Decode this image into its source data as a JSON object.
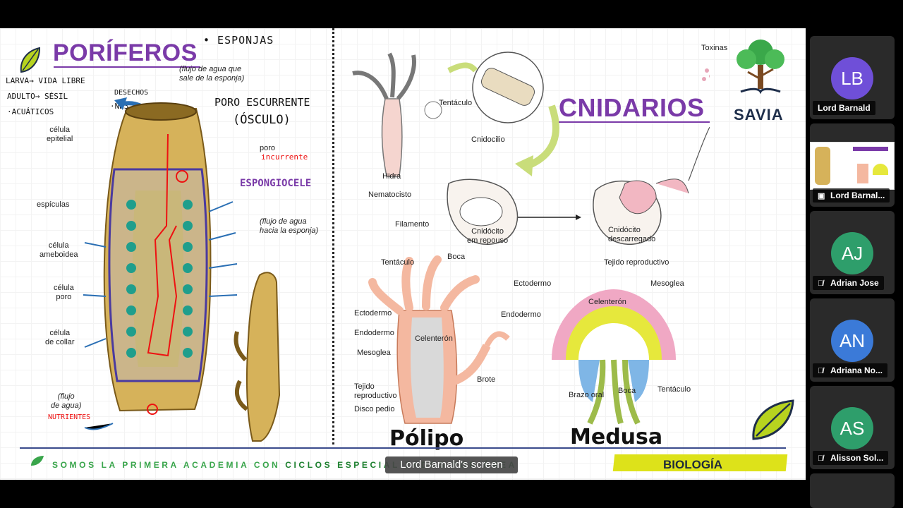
{
  "slide": {
    "poriferos": {
      "title": "PORÍFEROS",
      "esponjas_note": "• ESPONJAS",
      "notes_left": [
        "LARVA→ VIDA LIBRE",
        "ADULTO→ SÉSIL",
        "·ACUÁTICOS"
      ],
      "desechos": "DESECHOS",
      "nh3": "·NH3",
      "flujo_sale": "(flujo de agua que\nsale de la esponja)",
      "poro_escurrente": "PORO ESCURRENTE",
      "osculo": "(ÓSCULO)",
      "celula_epitelial": "célula\nepitelial",
      "poro": "poro",
      "incurrente": "incurrente",
      "espongiocele": "ESPONGIOCELE",
      "especulas": "espículas",
      "flujo_hacia": "(flujo de agua\nhacia la esponja)",
      "celula_ameboidea": "célula\nameboidea",
      "celula_poro": "célula\nporo",
      "celula_collar": "célula\nde collar",
      "flujo_de_agua": "(flujo\nde agua)",
      "nutrientes": "NUTRIENTES"
    },
    "cnidarios": {
      "title": "CNIDARIOS",
      "toxinas": "Toxinas",
      "brand": "SAVIA",
      "tentaculo_hidra": "Tentáculo",
      "hidra": "Hidra",
      "cnidocilio": "Cnidocilio",
      "nematocisto": "Nematocisto",
      "filamento": "Filamento",
      "cnidocito_reposo": "Cnidócito\nem repouso",
      "cnidocito_descarregado": "Cnidócito\ndescarregado",
      "polipo": {
        "name": "Pólipo",
        "tentaculo": "Tentáculo",
        "boca": "Boca",
        "ectodermo": "Ectodermo",
        "endodermo": "Endodermo",
        "celenteron": "Celenterón",
        "mesoglea": "Mesoglea",
        "brote": "Brote",
        "tejido": "Tejido\nreproductivo",
        "disco": "Disco pedio"
      },
      "medusa": {
        "name": "Medusa",
        "tejido": "Tejido reproductivo",
        "ectodermo": "Ectodermo",
        "mesoglea": "Mesoglea",
        "celenteron": "Celenterón",
        "endodermo": "Endodermo",
        "brazo_oral": "Brazo oral",
        "boca": "Boca",
        "tentaculo": "Tentáculo"
      }
    },
    "footer": {
      "text_a": "SOMOS LA PRIMERA ACADEMIA CON ",
      "text_b": "CICLOS ESPECIALIZADOS POR ÁREA",
      "subject": "BIOLOGÍA"
    }
  },
  "share_label": "Lord Barnald's screen",
  "participants": [
    {
      "initials": "LB",
      "name": "Lord Barnald",
      "color": "#6f4fd8",
      "muted": false
    },
    {
      "initials": "",
      "name": "Lord Barnal...",
      "color": "",
      "muted": false,
      "screen": true
    },
    {
      "initials": "AJ",
      "name": "Adrian Jose",
      "color": "#2e9e6b",
      "muted": true
    },
    {
      "initials": "AN",
      "name": "Adriana No...",
      "color": "#3b7ad8",
      "muted": true
    },
    {
      "initials": "AS",
      "name": "Alisson Sol...",
      "color": "#2e9e6b",
      "muted": true
    }
  ]
}
